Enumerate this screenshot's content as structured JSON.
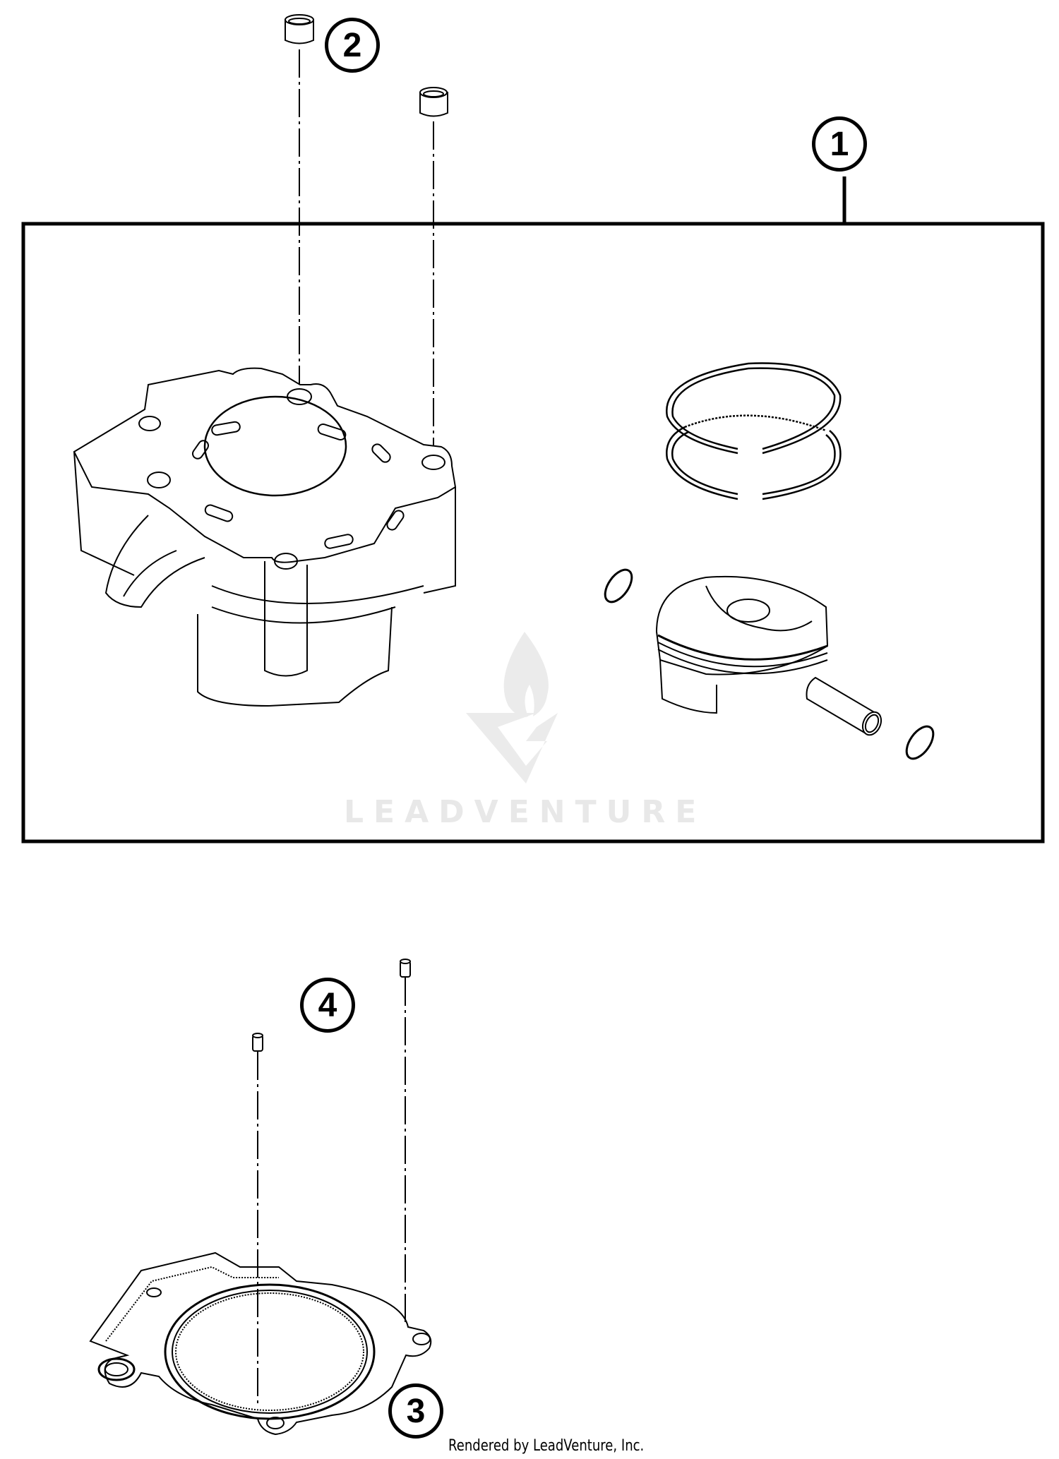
{
  "diagram": {
    "type": "exploded-parts-diagram",
    "callouts": [
      {
        "number": "1",
        "label": "cylinder-piston-kit"
      },
      {
        "number": "2",
        "label": "dowel-sleeves-top"
      },
      {
        "number": "3",
        "label": "cylinder-base-gasket"
      },
      {
        "number": "4",
        "label": "dowel-pins-bottom"
      }
    ],
    "kit_box": {
      "callout": "1"
    },
    "watermark": {
      "text": "LEADVENTURE"
    },
    "credit": {
      "text": "Rendered by LeadVenture, Inc."
    }
  }
}
